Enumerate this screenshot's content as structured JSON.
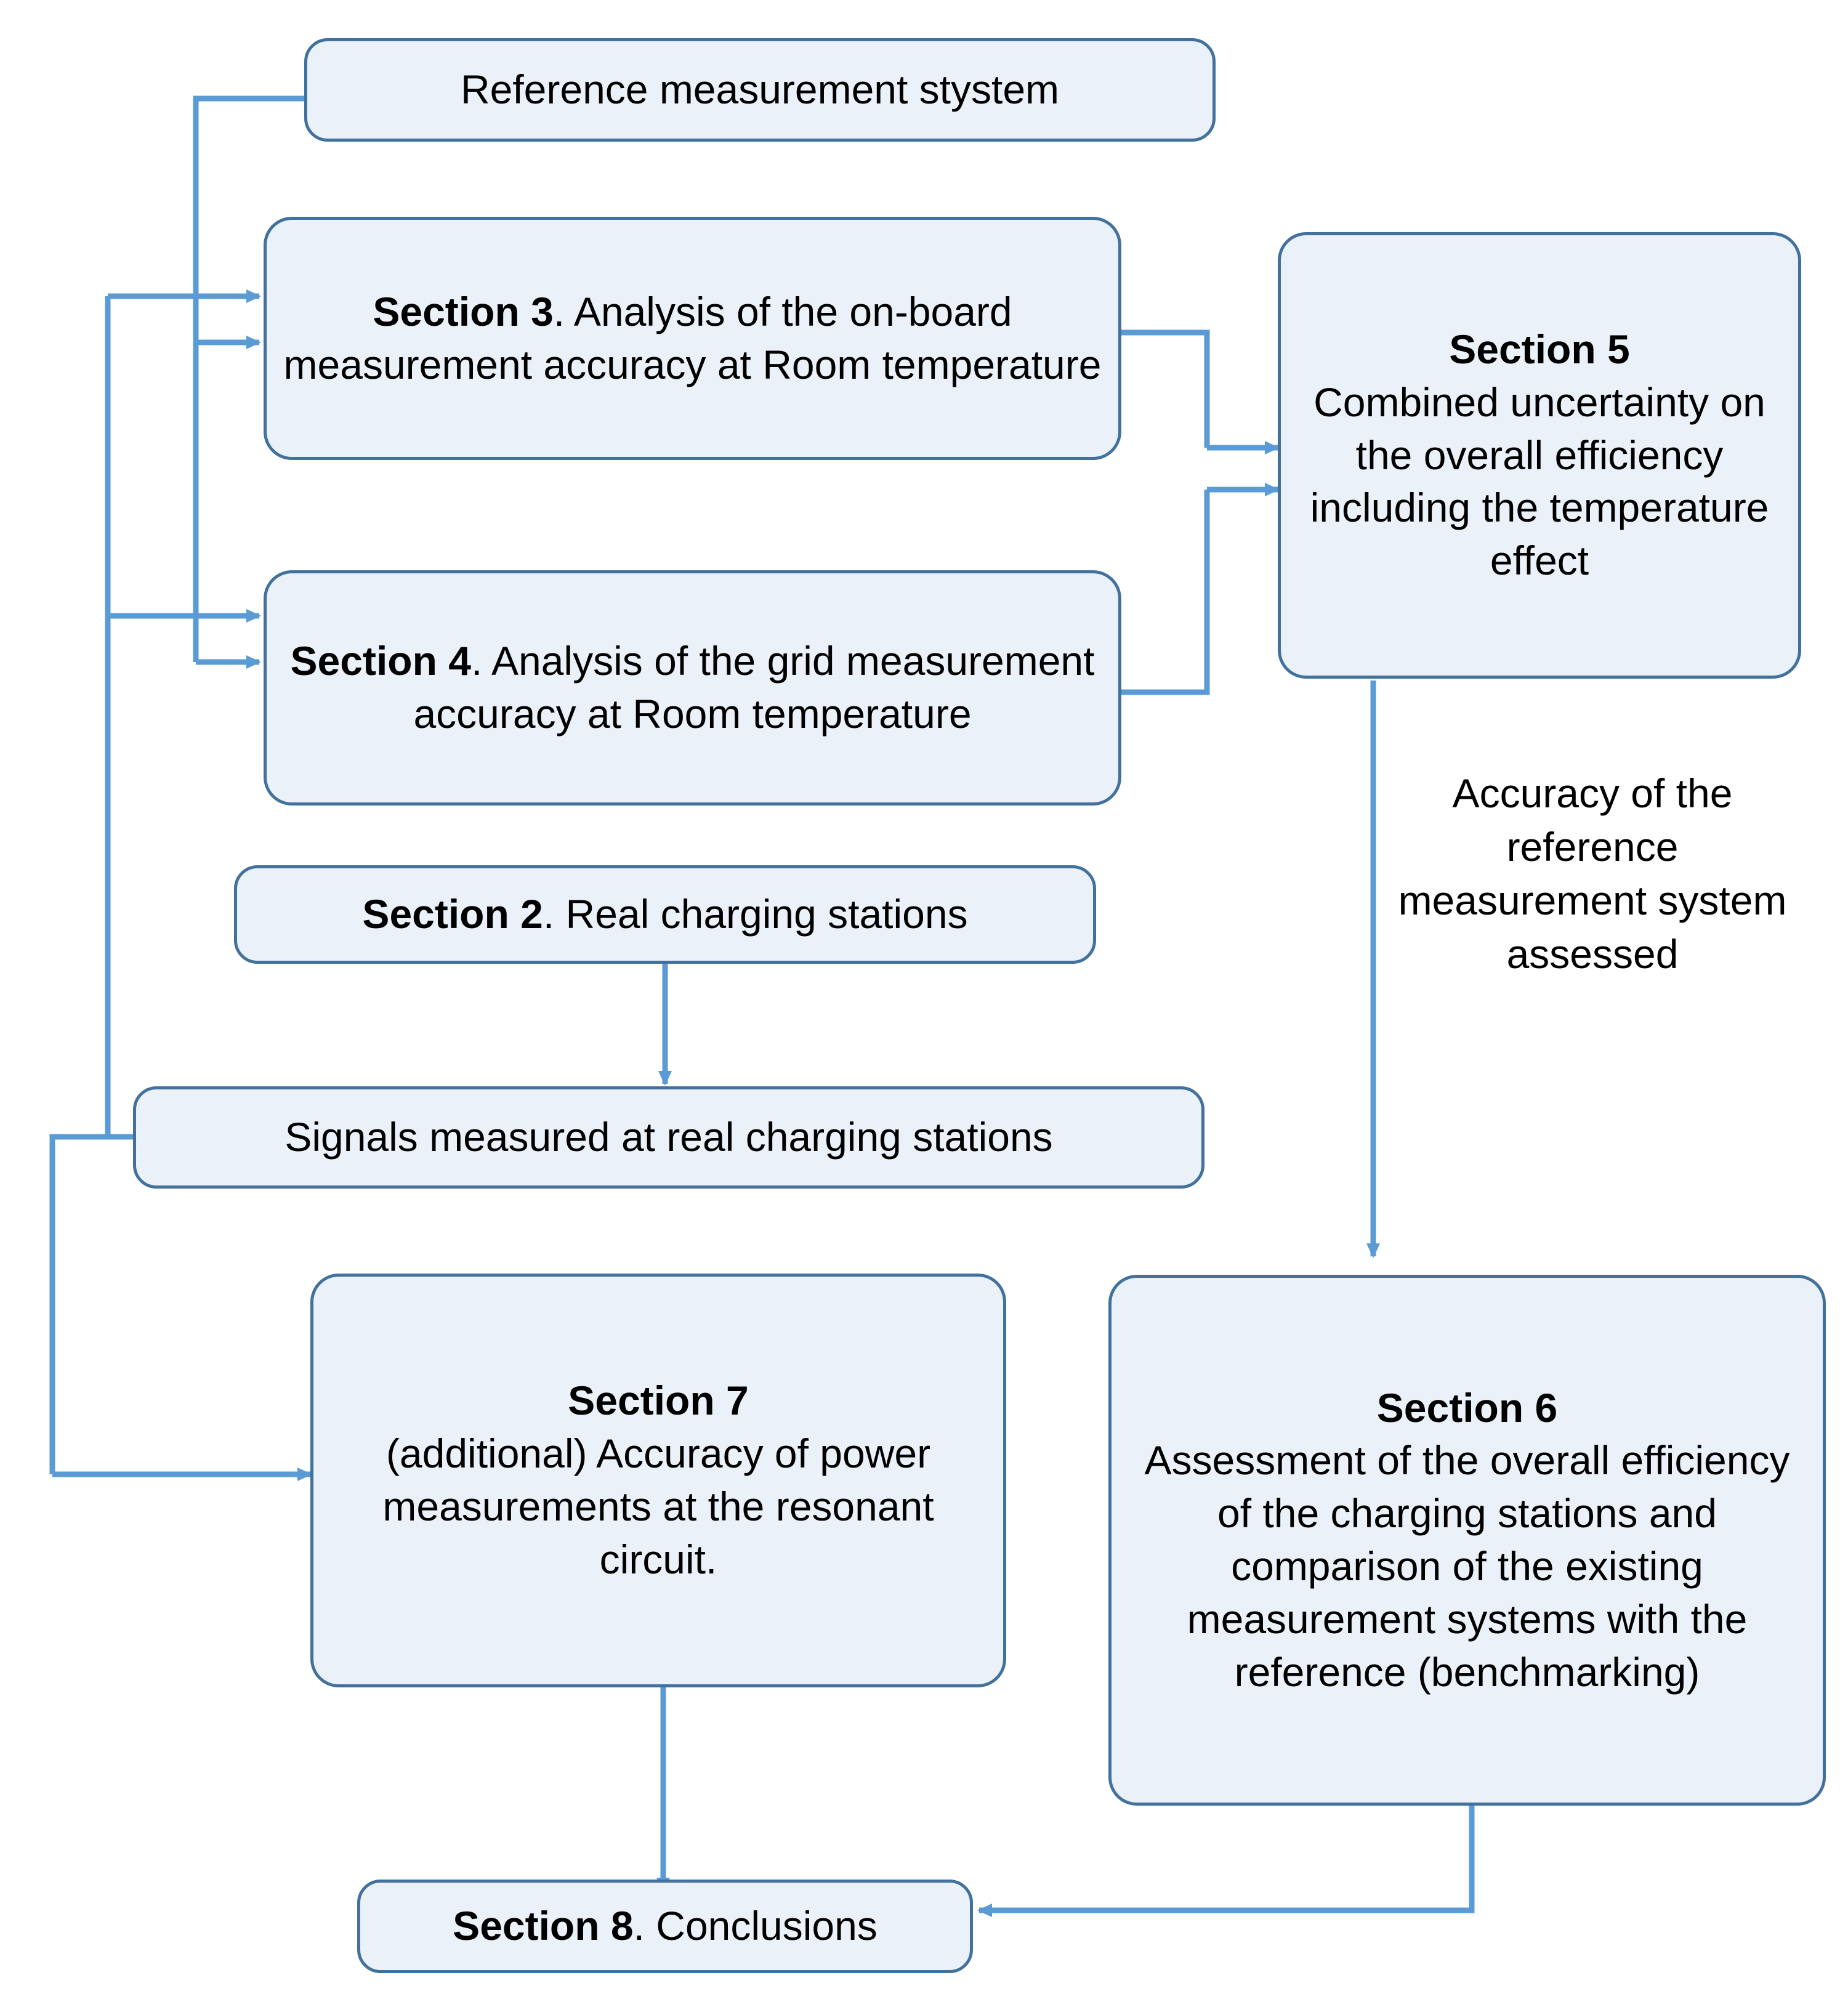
{
  "diagram": {
    "title": "Paper structure flowchart",
    "colors": {
      "node_fill": "#eaf1f8",
      "node_border": "#41719c",
      "connector": "#5b9bd5",
      "text": "#000000"
    },
    "nodes": {
      "reference_system": {
        "label": "Reference measurement stystem"
      },
      "section3": {
        "bold_prefix": "Section 3",
        "rest": ". Analysis of the on-board measurement accuracy at Room temperature"
      },
      "section4": {
        "bold_prefix": "Section 4",
        "rest": ". Analysis of the grid measurement accuracy at Room temperature"
      },
      "section5": {
        "bold_prefix": "Section 5",
        "rest": "Combined uncertainty on the overall efficiency including the temperature effect"
      },
      "section2": {
        "bold_prefix": "Section 2",
        "rest": ".  Real charging stations"
      },
      "signals": {
        "label": "Signals measured at real charging stations"
      },
      "section7": {
        "bold_prefix": "Section 7",
        "rest": "(additional) Accuracy of power measurements at the resonant circuit."
      },
      "section6": {
        "bold_prefix": "Section 6",
        "rest": "Assessment of the overall efficiency of the charging stations and comparison of the existing measurement systems with the reference (benchmarking)"
      },
      "section8": {
        "bold_prefix": "Section 8",
        "rest": ".  Conclusions"
      }
    },
    "edge_labels": {
      "reference_accuracy": "Accuracy of the reference measurement system assessed"
    }
  }
}
